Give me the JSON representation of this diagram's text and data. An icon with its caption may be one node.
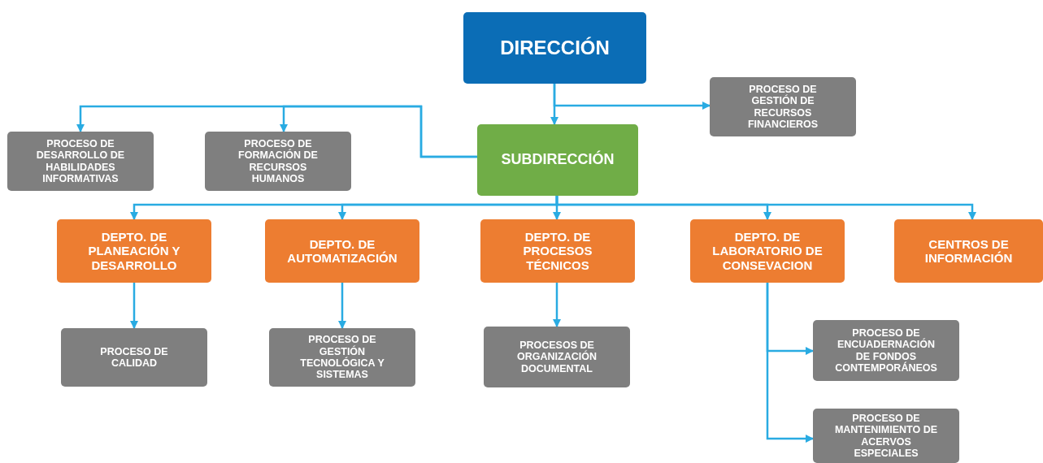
{
  "diagram": {
    "nodes": [
      {
        "text": [
          "DIRECCIÓN"
        ]
      },
      {
        "text": [
          "PROCESO DE GESTIÓN DE RECURSOS FINANCIEROS"
        ]
      },
      {
        "text": [
          "PROCESO DE DESARROLLO DE HABILIDADES INFORMATIVAS"
        ]
      },
      {
        "text": [
          "PROCESO DE FORMACIÓN DE RECURSOS HUMANOS"
        ]
      },
      {
        "text": [
          "SUBDIRECCIÓN"
        ]
      },
      {
        "text": [
          "DEPTO. DE PLANEACIÓN Y DESARROLLO"
        ]
      },
      {
        "text": [
          "DEPTO. DE AUTOMATIZACIÓN"
        ]
      },
      {
        "text": [
          "DEPTO. DE PROCESOS TÉCNICOS"
        ]
      },
      {
        "text": [
          "DEPTO. DE LABORATORIO DE CONSEVACION"
        ]
      },
      {
        "text": [
          "CENTROS DE INFORMACIÓN"
        ]
      },
      {
        "text": [
          "PROCESO DE CALIDAD"
        ]
      },
      {
        "text": [
          "PROCESO DE GESTIÓN TECNOLÓGICA Y SISTEMAS"
        ]
      },
      {
        "text": [
          "PROCESOS DE ORGANIZACIÓN DOCUMENTAL"
        ]
      },
      {
        "text": [
          "PROCESO DE ENCUADERNACIÓN DE FONDOS CONTEMPORÁNEOS"
        ]
      },
      {
        "text": [
          "PROCESO DE MANTENIMIENTO DE ACERVOS ESPECIALES"
        ]
      }
    ],
    "edges": [
      {
        "from": 0,
        "to": 4,
        "arrow": "to"
      },
      {
        "from": 0,
        "to": 1,
        "arrow": "to"
      },
      {
        "from": 4,
        "to": 2,
        "arrow": "to"
      },
      {
        "from": 4,
        "to": 3,
        "arrow": "to"
      },
      {
        "from": 4,
        "to": 5,
        "arrow": "to"
      },
      {
        "from": 4,
        "to": 6,
        "arrow": "to"
      },
      {
        "from": 4,
        "to": 7,
        "arrow": "to"
      },
      {
        "from": 4,
        "to": 8,
        "arrow": "to"
      },
      {
        "from": 4,
        "to": 9,
        "arrow": "to"
      },
      {
        "from": 5,
        "to": 10,
        "arrow": "to"
      },
      {
        "from": 6,
        "to": 11,
        "arrow": "to"
      },
      {
        "from": 7,
        "to": 12,
        "arrow": "to"
      },
      {
        "from": 8,
        "to": 13,
        "arrow": "to"
      },
      {
        "from": 8,
        "to": 14,
        "arrow": "to"
      }
    ]
  }
}
